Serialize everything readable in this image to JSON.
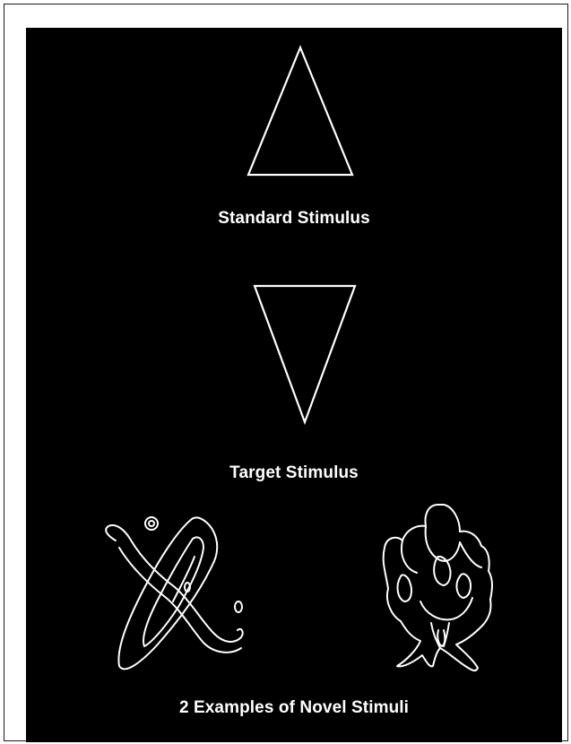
{
  "captions": {
    "standard": "Standard Stimulus",
    "target": "Target Stimulus",
    "novel": "2 Examples of Novel Stimuli"
  },
  "colors": {
    "background": "#000000",
    "stroke": "#ffffff",
    "page": "#ffffff"
  },
  "shapes": {
    "standard": "upward-triangle-outline",
    "target": "downward-triangle-outline",
    "novel_1": "abstract-crossed-loop-figure",
    "novel_2": "abstract-blob-cluster-figure"
  }
}
